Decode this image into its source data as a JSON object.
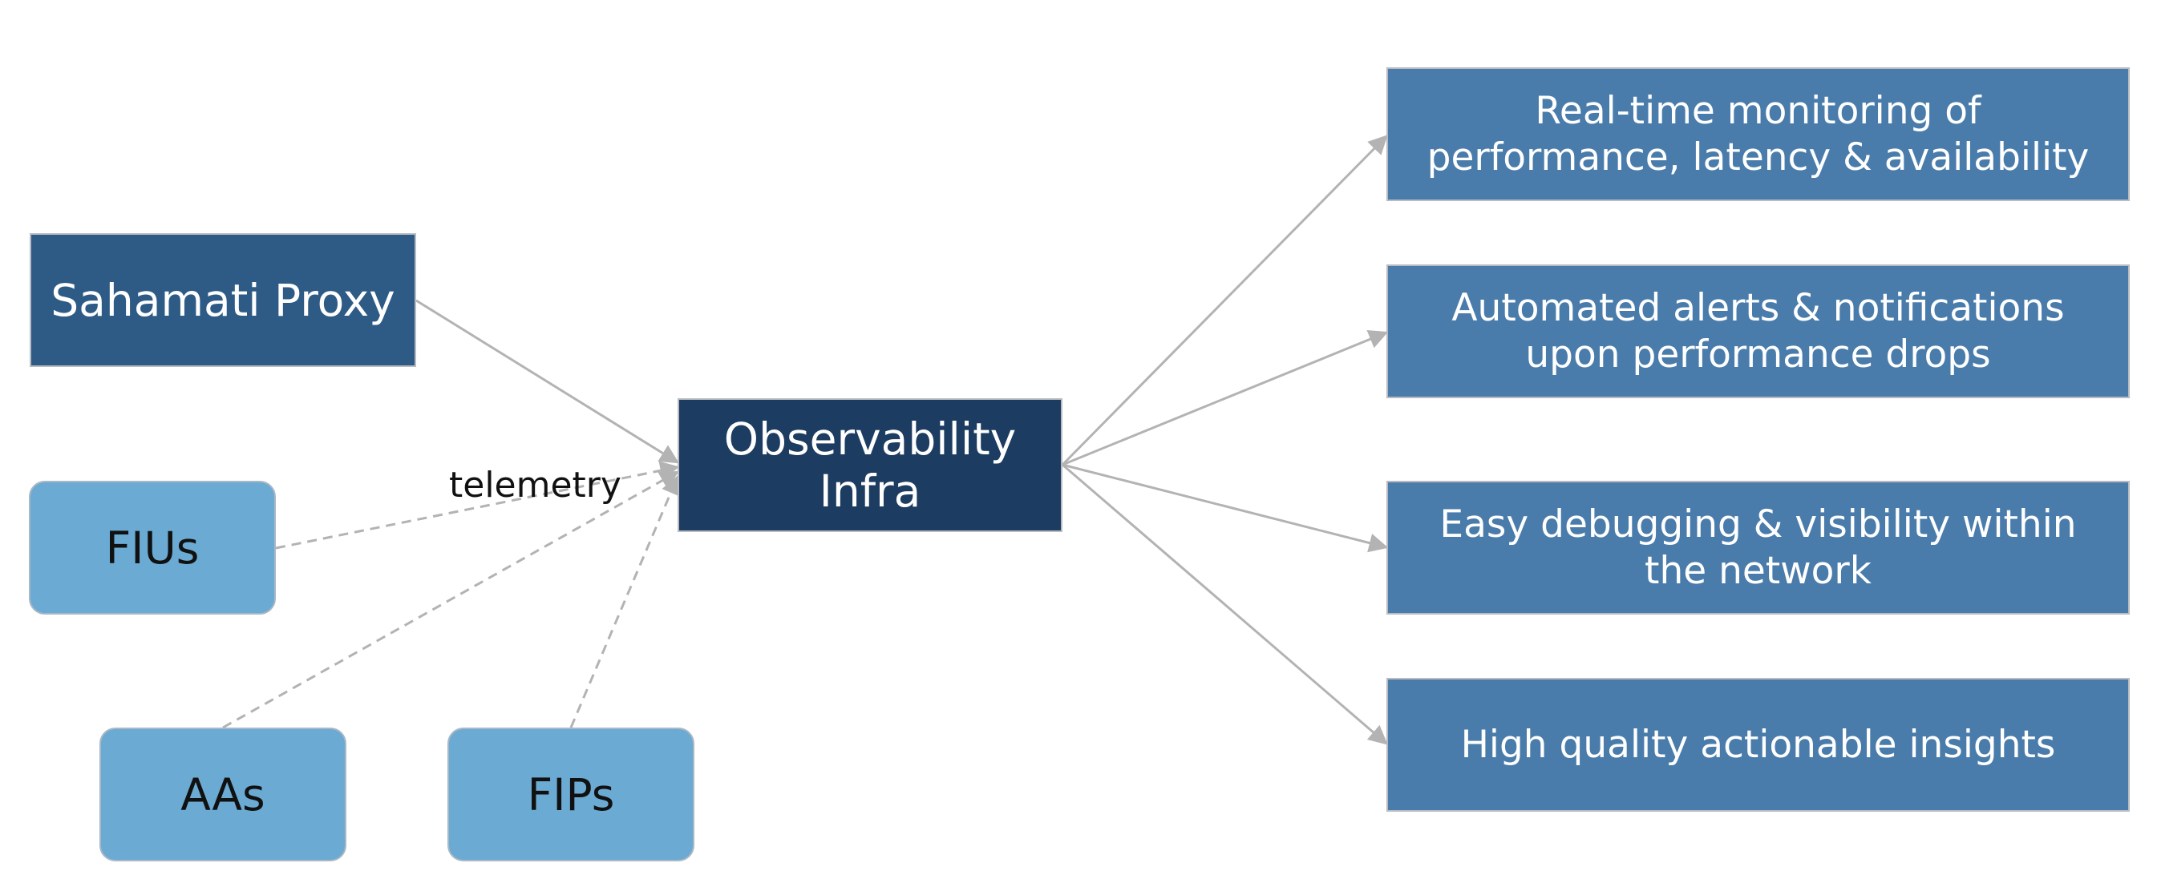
{
  "nodes": {
    "sahamati_proxy": "Sahamati Proxy",
    "observability_infra": "Observability Infra",
    "fius": "FIUs",
    "aas": "AAs",
    "fips": "FIPs"
  },
  "outcomes": {
    "monitoring": "Real-time monitoring of performance, latency & availability",
    "alerts": "Automated alerts & notifications upon performance drops",
    "debugging": "Easy debugging & visibility within the network",
    "insights": "High quality actionable insights"
  },
  "edge_label": "telemetry",
  "colors": {
    "proxy_fill": "#2e5b86",
    "infra_fill": "#1d3c61",
    "participant_fill": "#6aaad3",
    "outcome_fill": "#4a7cab",
    "edge_color": "#b3b3b3"
  }
}
